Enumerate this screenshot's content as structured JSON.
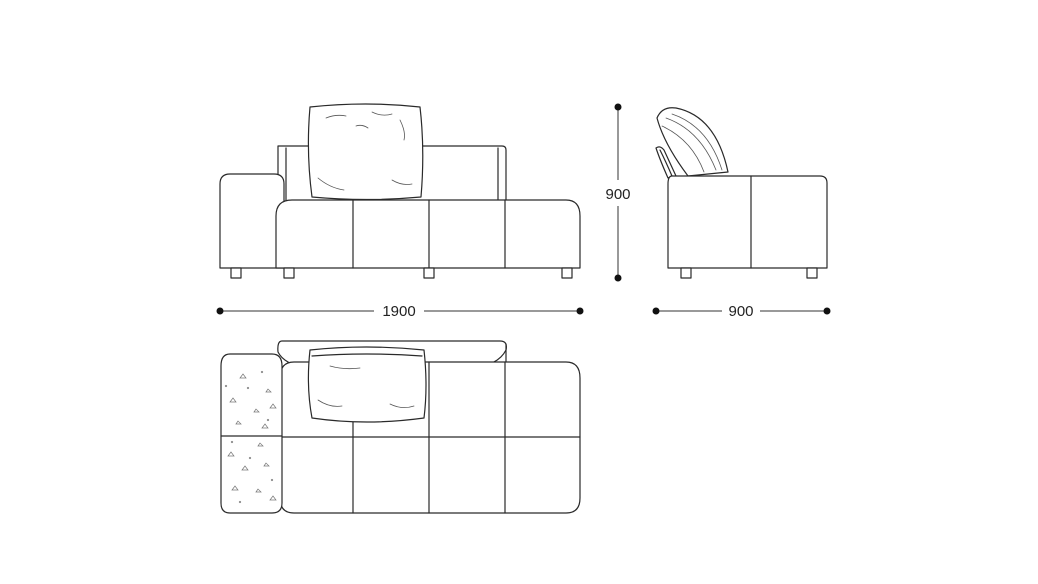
{
  "dimensions": {
    "front_width": "1900",
    "overall_height": "900",
    "side_depth": "900"
  },
  "colors": {
    "line": "#2a2a2a",
    "background": "#ffffff"
  }
}
